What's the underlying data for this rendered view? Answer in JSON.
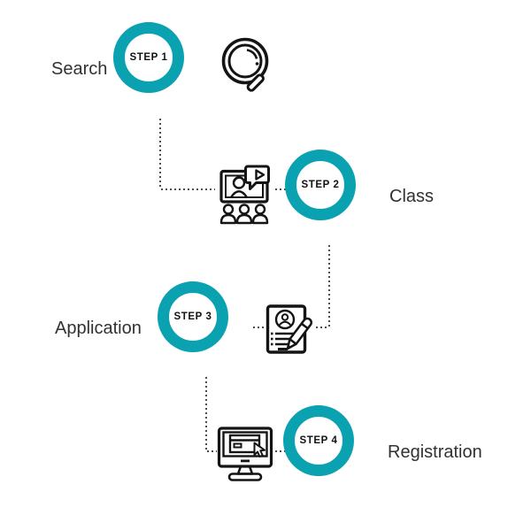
{
  "accent_color": "#0AA2B0",
  "connector_dot_color": "#4d4d4d",
  "steps": [
    {
      "badge": "STEP 1",
      "label": "Search",
      "icon": "magnifier-search-icon",
      "label_side": "left"
    },
    {
      "badge": "STEP 2",
      "label": "Class",
      "icon": "video-class-icon",
      "label_side": "right"
    },
    {
      "badge": "STEP 3",
      "label": "Application",
      "icon": "application-form-icon",
      "label_side": "right"
    },
    {
      "badge": "STEP 4",
      "label": "Registration",
      "icon": "computer-registration-icon",
      "label_side": "left"
    }
  ]
}
